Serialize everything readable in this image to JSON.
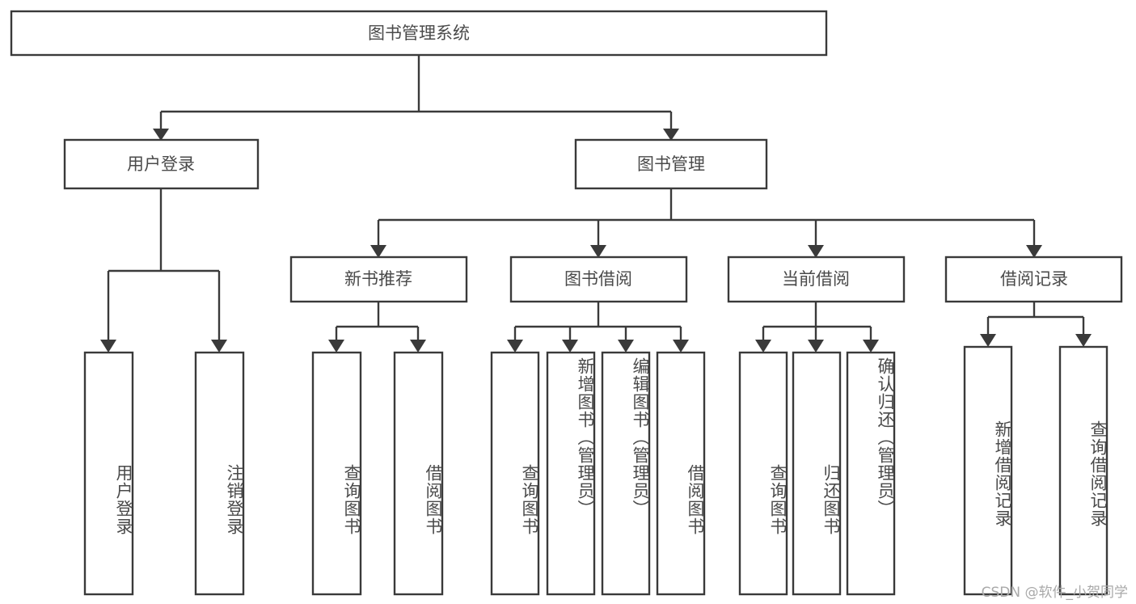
{
  "diagram": {
    "title": "图书管理系统",
    "watermark": "CSDN @软件_小贺同学",
    "colors": {
      "background": "#ffffff",
      "stroke": "#3a3a3a",
      "text": "#4a4a4a",
      "watermark": "#a9a9a9"
    },
    "root": {
      "label": "图书管理系统"
    },
    "level2": [
      {
        "label": "用户登录"
      },
      {
        "label": "图书管理"
      }
    ],
    "level3": [
      {
        "label": "新书推荐"
      },
      {
        "label": "图书借阅"
      },
      {
        "label": "当前借阅"
      },
      {
        "label": "借阅记录"
      }
    ],
    "leaves": {
      "user_login": [
        {
          "label": "用户登录"
        },
        {
          "label": "注销登录"
        }
      ],
      "new_book_recommend": [
        {
          "label": "查询图书"
        },
        {
          "label": "借阅图书"
        }
      ],
      "book_borrow": [
        {
          "label": "查询图书"
        },
        {
          "label": "新增图书（管理员）"
        },
        {
          "label": "编辑图书（管理员）"
        },
        {
          "label": "借阅图书"
        }
      ],
      "current_borrow": [
        {
          "label": "查询图书"
        },
        {
          "label": "归还图书"
        },
        {
          "label": "确认归还（管理员）"
        }
      ],
      "borrow_record": [
        {
          "label": "新增借阅记录"
        },
        {
          "label": "查询借阅记录"
        }
      ]
    }
  }
}
